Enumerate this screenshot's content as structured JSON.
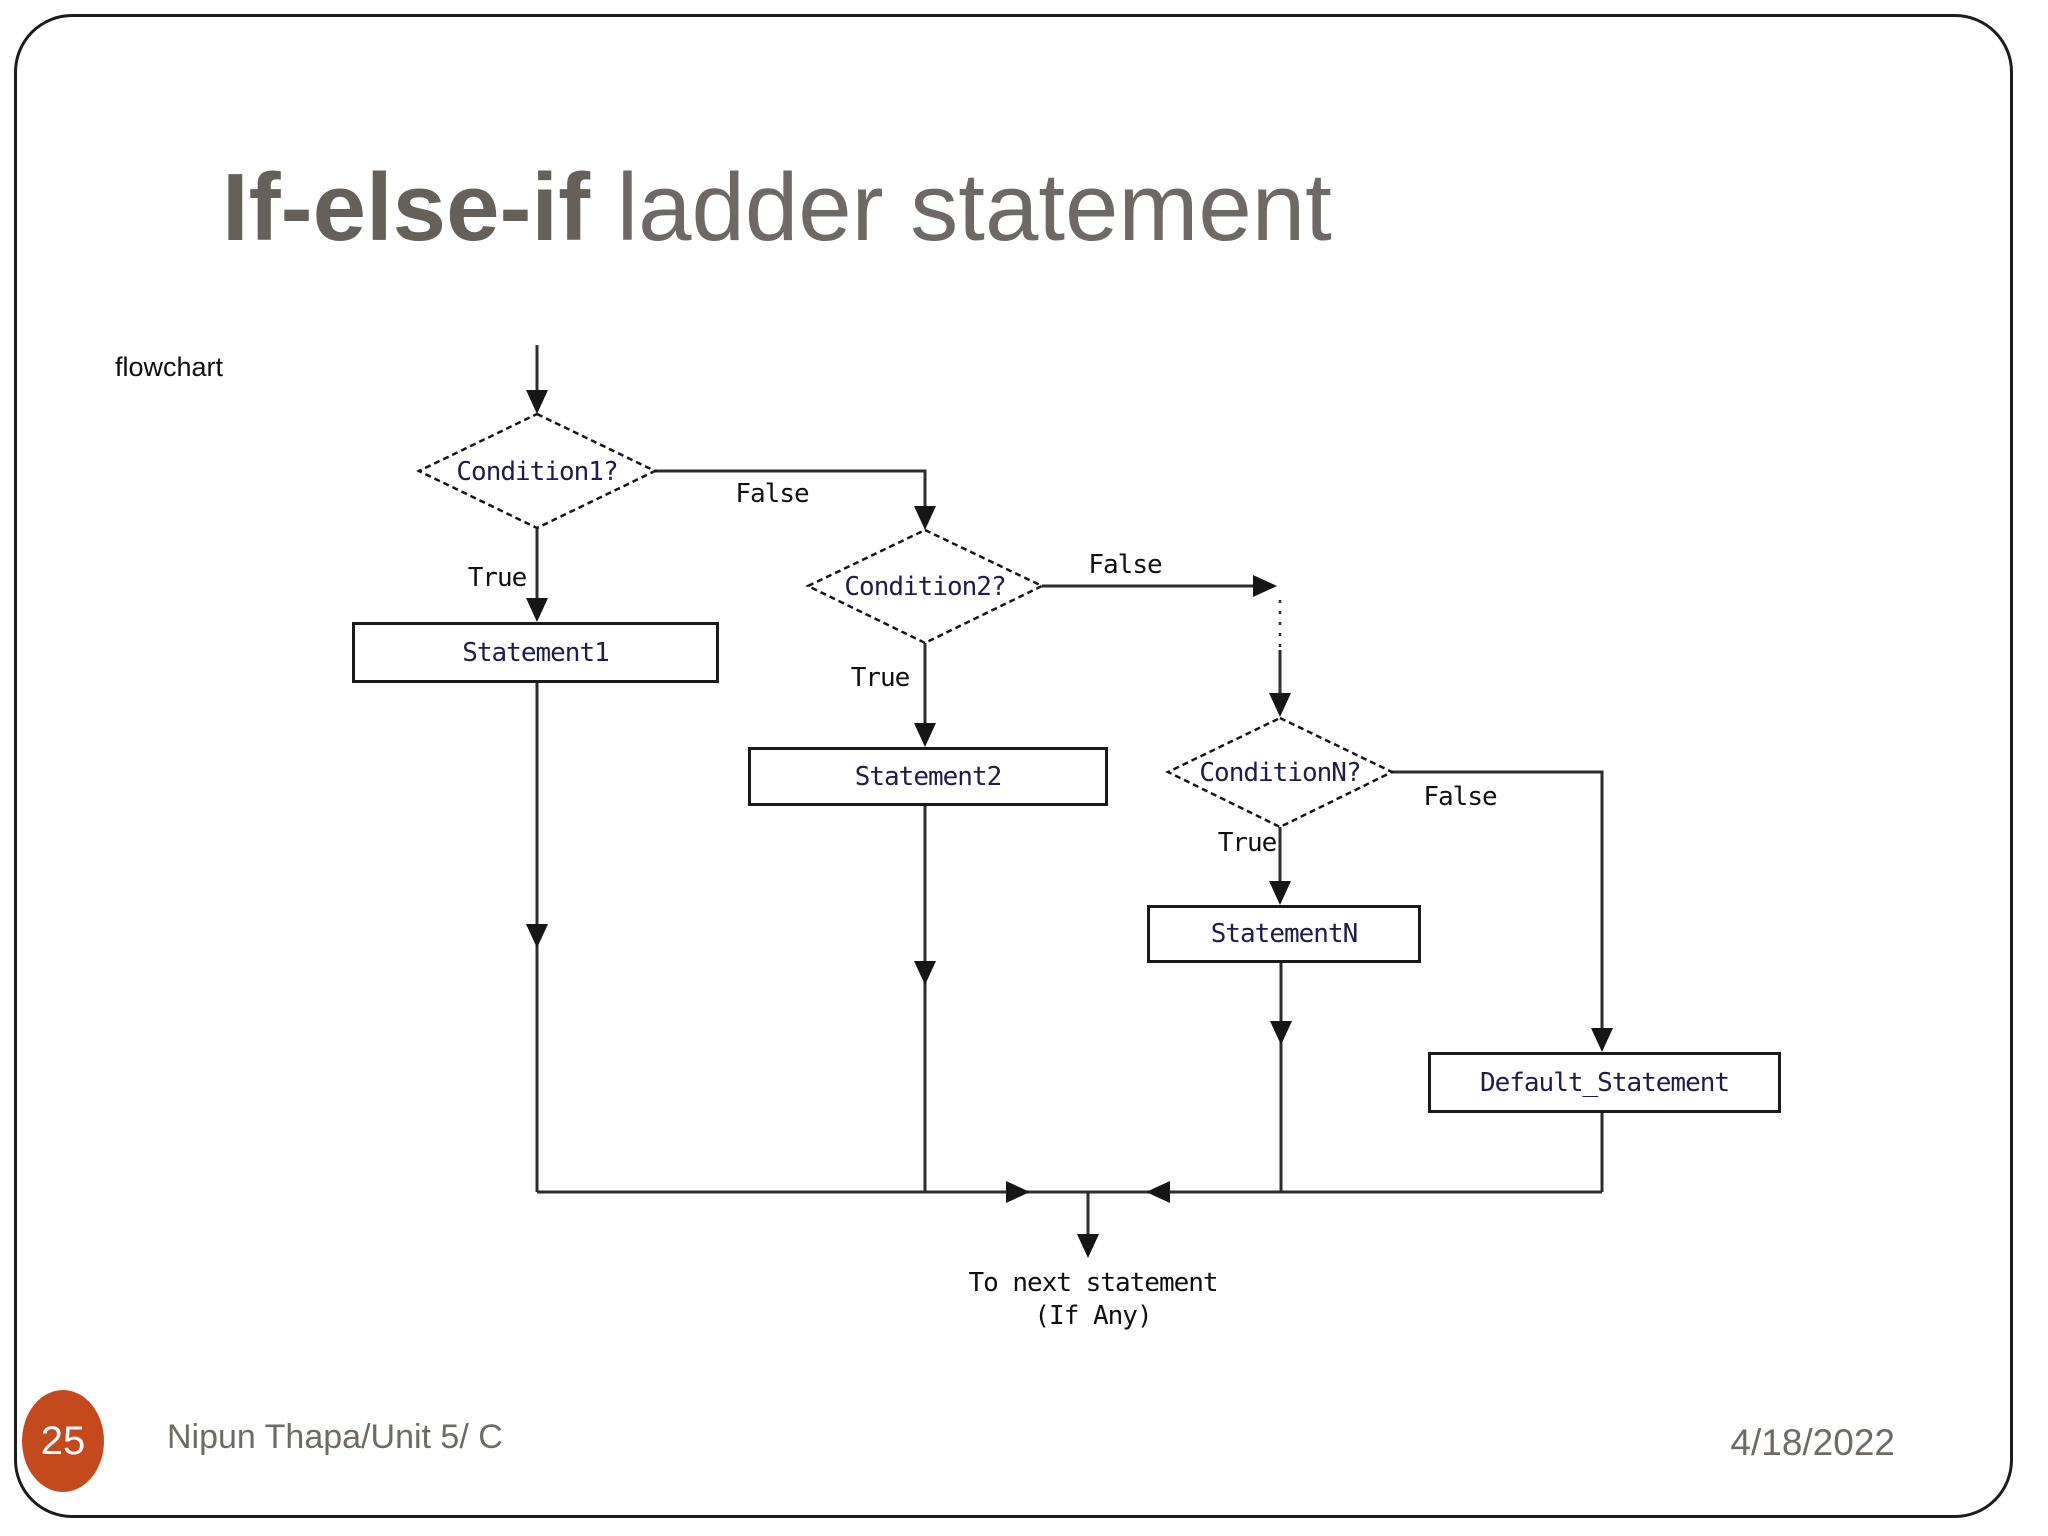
{
  "slide": {
    "title": {
      "bold": "If-else-if",
      "rest": " ladder statement"
    },
    "flowchart_label": "flowchart",
    "accent_color": "#c44a1e",
    "footer": {
      "page_number": "25",
      "author": "Nipun Thapa/Unit 5/ C",
      "date": "4/18/2022"
    }
  },
  "flowchart": {
    "nodes": {
      "condition1": "Condition1?",
      "condition2": "Condition2?",
      "conditionN": "ConditionN?",
      "statement1": "Statement1",
      "statement2": "Statement2",
      "statementN": "StatementN",
      "default_statement": "Default_Statement"
    },
    "labels": {
      "true1": "True",
      "false1": "False",
      "true2": "True",
      "false2": "False",
      "trueN": "True",
      "falseN": "False",
      "to_next_statement": "To next statement",
      "if_any": "(If Any)"
    }
  }
}
